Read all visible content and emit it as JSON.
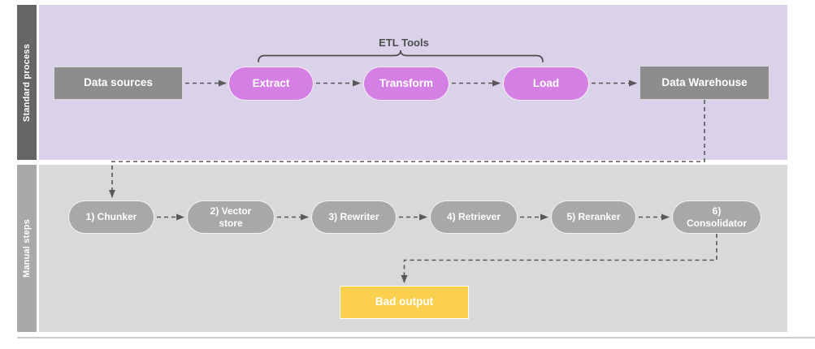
{
  "lanes": [
    {
      "label": "Standard process",
      "nodes": [
        {
          "label": "Data sources",
          "shape": "rect",
          "color": "#8d8d8d"
        },
        {
          "label": "Extract",
          "shape": "pill",
          "color": "#d47fe3"
        },
        {
          "label": "Transform",
          "shape": "pill",
          "color": "#d47fe3"
        },
        {
          "label": "Load",
          "shape": "pill",
          "color": "#d47fe3"
        },
        {
          "label": "Data Warehouse",
          "shape": "rect",
          "color": "#8d8d8d"
        }
      ]
    },
    {
      "label": "Manual steps",
      "nodes": [
        {
          "label": "1) Chunker",
          "shape": "pill",
          "color": "#a8a8a8"
        },
        {
          "label": "2) Vector store",
          "shape": "pill",
          "color": "#a8a8a8"
        },
        {
          "label": "3) Rewriter",
          "shape": "pill",
          "color": "#a8a8a8"
        },
        {
          "label": "4) Retriever",
          "shape": "pill",
          "color": "#a8a8a8"
        },
        {
          "label": "5) Reranker",
          "shape": "pill",
          "color": "#a8a8a8"
        },
        {
          "label": "6) Consolidator",
          "shape": "pill",
          "color": "#a8a8a8"
        },
        {
          "label": "Bad output",
          "shape": "rect",
          "color": "#fbd04e"
        }
      ]
    }
  ],
  "annotations": {
    "etl_tools": "ETL Tools"
  },
  "colors": {
    "lane_top_bg": "#d9d2e9",
    "lane_bottom_bg": "#d9d9d9",
    "lane_top_bar": "#666666",
    "lane_bottom_bar": "#a9a9a9",
    "gray_node": "#8d8d8d",
    "magenta_pill": "#d47fe3",
    "gray_pill": "#a8a8a8",
    "bad_output_yellow": "#fbd04e",
    "connector": "#595959",
    "divider": "#cccccc"
  }
}
